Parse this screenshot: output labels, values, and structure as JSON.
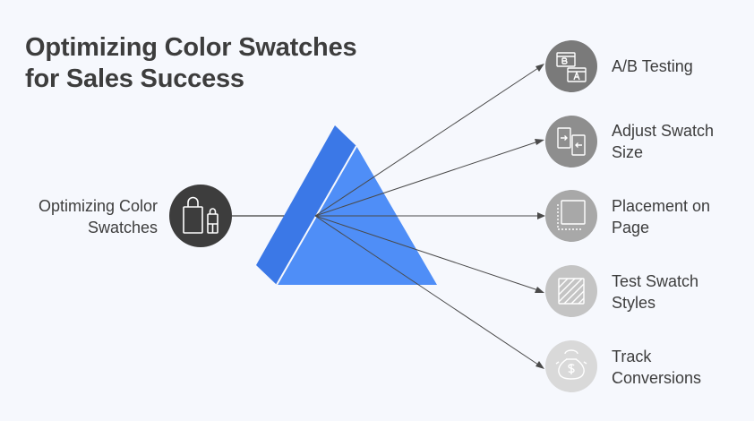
{
  "title": {
    "line1": "Optimizing Color Swatches",
    "line2": "for Sales Success"
  },
  "input": {
    "label_line1": "Optimizing Color",
    "label_line2": "Swatches",
    "icon": "shopping-bags-icon"
  },
  "outputs": [
    {
      "line1": "A/B Testing",
      "line2": "",
      "icon": "ab-testing-icon",
      "color": "#7a7a7a"
    },
    {
      "line1": "Adjust Swatch",
      "line2": "Size",
      "icon": "resize-icon",
      "color": "#8e8e8e"
    },
    {
      "line1": "Placement on",
      "line2": "Page",
      "icon": "placement-square-icon",
      "color": "#a8a8a8"
    },
    {
      "line1": "Test Swatch",
      "line2": "Styles",
      "icon": "striped-swatch-icon",
      "color": "#c4c4c4"
    },
    {
      "line1": "Track",
      "line2": "Conversions",
      "icon": "money-bag-icon",
      "color": "#d9d9d9"
    }
  ],
  "colors": {
    "prism_light": "#4f8ef7",
    "prism_dark": "#3b78e7",
    "text": "#3d3d3d",
    "input_circle": "#3d3d3d",
    "background": "#f6f8fd"
  }
}
